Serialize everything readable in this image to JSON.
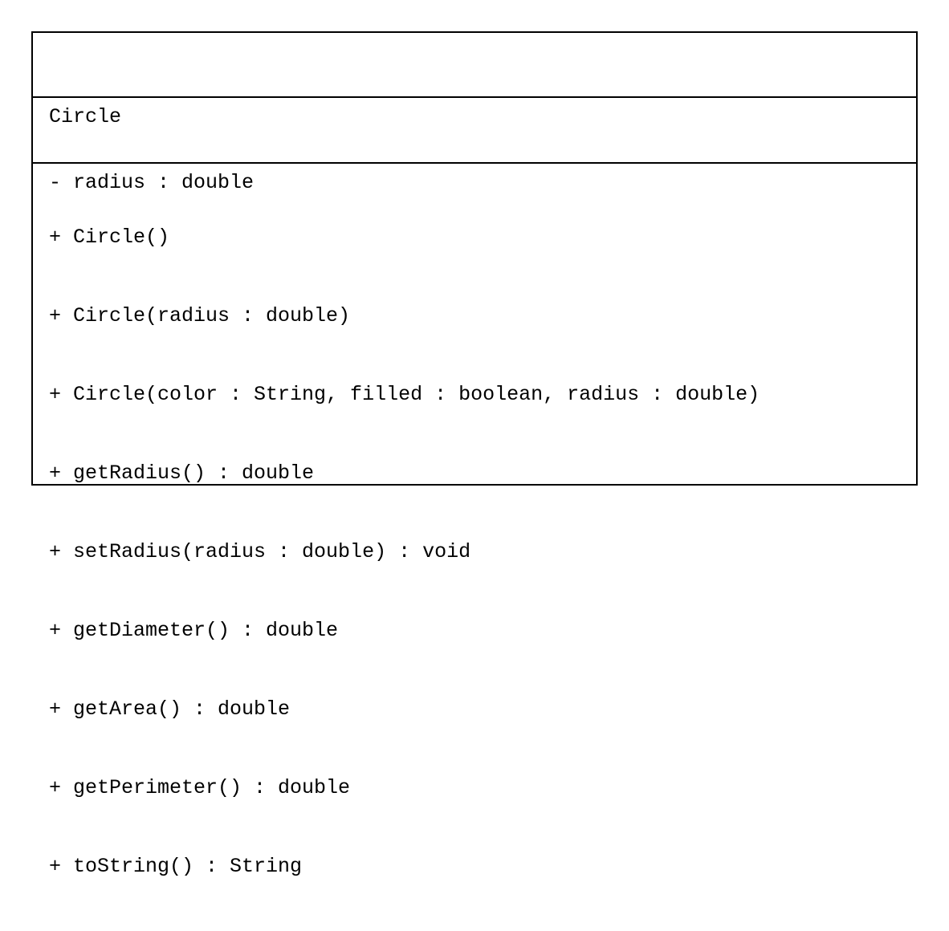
{
  "uml_class": {
    "name": "Circle",
    "attributes": [
      "- radius : double"
    ],
    "operations": [
      "+ Circle()",
      "+ Circle(radius : double)",
      "+ Circle(color : String, filled : boolean, radius : double)",
      "+ getRadius() : double",
      "+ setRadius(radius : double) : void",
      "+ getDiameter() : double",
      "+ getArea() : double",
      "+ getPerimeter() : double",
      "+ toString() : String"
    ]
  }
}
